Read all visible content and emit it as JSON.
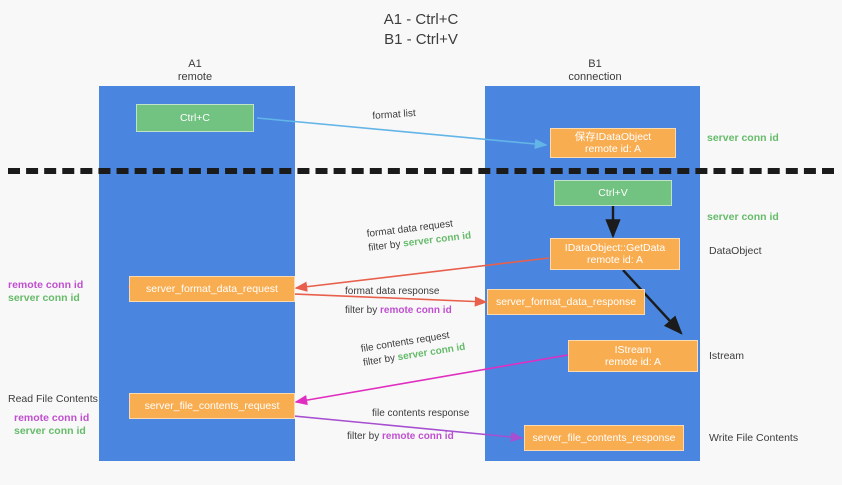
{
  "title": {
    "line1": "A1 - Ctrl+C",
    "line2": "B1 - Ctrl+V"
  },
  "columns": [
    {
      "name": "A1",
      "sub": "remote"
    },
    {
      "name": "B1",
      "sub": "connection"
    }
  ],
  "nodes": {
    "ctrl_c": {
      "line1": "Ctrl+C",
      "line2": ""
    },
    "ctrl_v": {
      "line1": "Ctrl+V",
      "line2": ""
    },
    "save_idataobject": {
      "line1": "保存IDataObject",
      "line2": "remote id: A"
    },
    "getdata": {
      "line1": "IDataObject::GetData",
      "line2": "remote id: A"
    },
    "istream": {
      "line1": "IStream",
      "line2": "remote id: A"
    },
    "fmt_req": {
      "line1": "server_format_data_request",
      "line2": ""
    },
    "fmt_resp": {
      "line1": "server_format_data_response",
      "line2": ""
    },
    "file_req": {
      "line1": "server_file_contents_request",
      "line2": ""
    },
    "file_resp": {
      "line1": "server_file_contents_response",
      "line2": ""
    }
  },
  "right_labels": {
    "server_conn_id_1": "server conn id",
    "server_conn_id_2": "server conn id",
    "dataobject": "DataObject",
    "istream": "Istream",
    "write_file_contents": "Write File Contents"
  },
  "left_labels": {
    "remote_conn_id_1": "remote conn id",
    "server_conn_id_1": "server conn id",
    "read_file_contents": "Read File Contents",
    "remote_conn_id_2": "remote conn id",
    "server_conn_id_2": "server conn id"
  },
  "edges": {
    "format_list": {
      "line1": "format list",
      "line2_prefix": "",
      "line2_hl": ""
    },
    "format_data_request": {
      "line1": "format data request",
      "line2_prefix": "filter by ",
      "line2_hl": "server conn id"
    },
    "format_data_response": {
      "line1": "format data response",
      "line2_prefix": "filter by ",
      "line2_hl": "remote conn id"
    },
    "file_contents_request": {
      "line1": "file contents request",
      "line2_prefix": "filter by ",
      "line2_hl": "server conn id"
    },
    "file_contents_response": {
      "line1": "file contents response",
      "line2_prefix": "filter by ",
      "line2_hl": "remote conn id"
    }
  },
  "colors": {
    "lane": "#4a86e0",
    "node_orange": "#f9ad51",
    "node_green": "#72c282",
    "server_conn": "#66bb6a",
    "remote_conn": "#c04fd0",
    "arrow_blue": "#63b5e8",
    "arrow_red": "#e8604c",
    "arrow_magenta": "#e02fc0",
    "arrow_purple": "#a64fd0",
    "arrow_black": "#1b1b1b",
    "divider": "#1b1b1b"
  }
}
